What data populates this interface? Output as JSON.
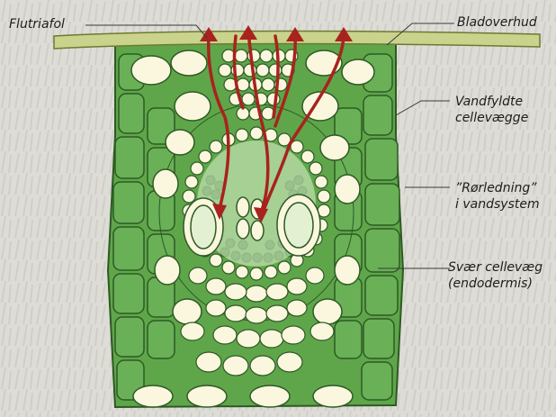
{
  "labels": {
    "flutriafol": "Flutriafol",
    "bladoverhud": "Bladoverhud",
    "vandfyldte_line1": "Vandfyldte",
    "vandfyldte_line2": "cellevægge",
    "rorledning_line1": "”Rørledning”",
    "rorledning_line2": "i vandsystem",
    "svaer_line1": "Svær cellevæg",
    "svaer_line2": "(endodermis)"
  },
  "colors": {
    "background": "#dcdcd8",
    "leaf_green": "#5fa64a",
    "cell_cream": "#fbf7df",
    "cell_outline": "#2d5a23",
    "arrow_red": "#a8231d",
    "vessel_light": "#d6ecc6"
  }
}
